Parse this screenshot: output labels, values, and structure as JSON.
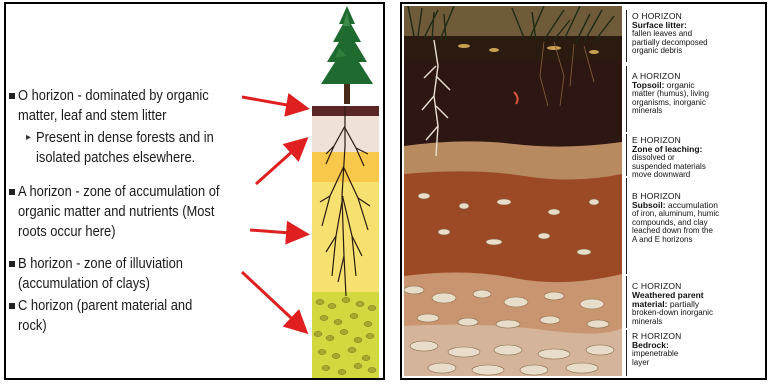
{
  "left": {
    "items": [
      {
        "lines": [
          "O horizon - dominated by organic",
          "matter, leaf and stem litter"
        ]
      },
      {
        "lines": [
          "Present in dense forests and in",
          "isolated patches elsewhere."
        ],
        "sub": true
      },
      {
        "lines": [
          "A horizon - zone of accumulation of",
          "organic matter and nutrients (Most",
          "roots occur here)"
        ]
      },
      {
        "lines": [
          "B horizon - zone of illuviation",
          "(accumulation of clays)"
        ]
      },
      {
        "lines": [
          "C horizon (parent material and",
          "rock)"
        ]
      }
    ],
    "colors": {
      "arrow": "#e02020",
      "o_layer": "#5a2525",
      "a_layer": "#efe1d8",
      "e_layer": "#f7c84a",
      "b_layer": "#f5e070",
      "c_layer": "#d2d840",
      "tree": "#1f6a2e"
    }
  },
  "right": {
    "horizons": [
      {
        "title": "O HORIZON",
        "subtitle": "Surface litter:",
        "desc": [
          "fallen leaves and",
          "partially decomposed",
          "organic debris"
        ]
      },
      {
        "title": "A HORIZON",
        "subtitle": "Topsoil:",
        "desc_inline": "organic",
        "desc": [
          "matter (humus), living",
          "organisms, inorganic",
          "minerals"
        ]
      },
      {
        "title": "E HORIZON",
        "subtitle": "Zone of leaching:",
        "desc": [
          "dissolved or",
          "suspended materials",
          "move downward"
        ]
      },
      {
        "title": "B HORIZON",
        "subtitle": "Subsoil:",
        "desc_inline": "accumulation",
        "desc": [
          "of iron, aluminum, humic",
          "compounds, and clay",
          "leached down from the",
          "A and E horizons"
        ]
      },
      {
        "title": "C HORIZON",
        "subtitle": "Weathered parent",
        "subtitle2": "material:",
        "desc_inline": "partially",
        "desc": [
          "broken-down inorganic",
          "minerals"
        ]
      },
      {
        "title": "R HORIZON",
        "subtitle": "Bedrock:",
        "desc": [
          "impenetrable",
          "layer"
        ]
      }
    ],
    "colors": {
      "o": "#2a1a10",
      "a": "#2e1612",
      "e": "#b88a60",
      "b": "#9c4a26",
      "c": "#c89570",
      "r": "#d4b49a"
    }
  }
}
